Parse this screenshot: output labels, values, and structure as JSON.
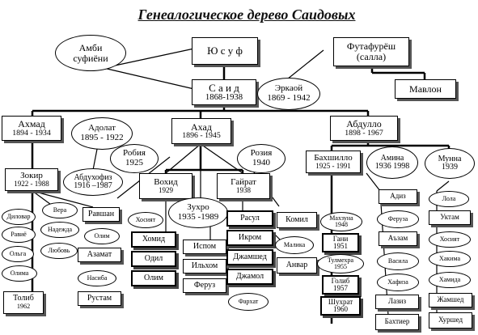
{
  "title": "Генеалогическое дерево Саидовых",
  "nodes": {
    "yusuf": {
      "name": "Ю с у ф"
    },
    "ambi": {
      "name": "Амби",
      "sub": "суфиёни"
    },
    "futafuresh": {
      "name": "Футафурёш",
      "sub": "(салла)"
    },
    "said": {
      "name": "С а и д",
      "sub": "1868-1938"
    },
    "erkaoy": {
      "name": "Эркаой",
      "sub": "1869 - 1942"
    },
    "mavlon": {
      "name": "Мавлон"
    },
    "akhmad": {
      "name": "Ахмад",
      "sub": "1894 - 1934"
    },
    "adolat": {
      "name": "Адолат",
      "sub": "1895 - 1922"
    },
    "akhad": {
      "name": "Ахад",
      "sub": "1896 - 1945"
    },
    "abdullo": {
      "name": "Абдулло",
      "sub": "1898 - 1967"
    },
    "robiya": {
      "name": "Робия",
      "sub": "1925"
    },
    "roziya": {
      "name": "Розия",
      "sub": "1940"
    },
    "bakhshillo": {
      "name": "Бахшилло",
      "sub": "1925 - 1991"
    },
    "amina": {
      "name": "Амина",
      "sub": "1936 1998"
    },
    "munna": {
      "name": "Мунна",
      "sub": "1939"
    },
    "zokir": {
      "name": "Зокир",
      "sub": "1922 - 1988"
    },
    "abdukhofiz": {
      "name": "Абдухофиз",
      "sub": "1916 –1987"
    },
    "vokhid": {
      "name": "Вохид",
      "sub": "1929"
    },
    "gayrat": {
      "name": "Гайрат",
      "sub": "1938"
    },
    "zukhro": {
      "name": "Зухро",
      "sub": "1935 -1989"
    },
    "dilovar": {
      "name": "Диловар"
    },
    "vera": {
      "name": "Вера"
    },
    "ravshan": {
      "name": "Равшан"
    },
    "raviyo": {
      "name": "Равиё"
    },
    "nadezhda": {
      "name": "Надежда"
    },
    "olim_o": {
      "name": "Олим"
    },
    "olga": {
      "name": "Ольга"
    },
    "lyubov": {
      "name": "Любовь"
    },
    "olima": {
      "name": "Олима"
    },
    "azamat": {
      "name": "Азамат"
    },
    "nasiba": {
      "name": "Насиба"
    },
    "rustam": {
      "name": "Рустам"
    },
    "tolib": {
      "name": "Толиб",
      "sub": "1962"
    },
    "khosiyat1": {
      "name": "Хосият"
    },
    "khomid": {
      "name": "Хомид"
    },
    "odil": {
      "name": "Одил"
    },
    "olim_b": {
      "name": "Олим"
    },
    "ispom": {
      "name": "Испом"
    },
    "ilkhom": {
      "name": "Ильхом"
    },
    "feruz": {
      "name": "Феруз"
    },
    "rasul": {
      "name": "Расул"
    },
    "ikrom": {
      "name": "Икром"
    },
    "dzhamshed": {
      "name": "Джамшед"
    },
    "dzhamol": {
      "name": "Джамол"
    },
    "farkhat": {
      "name": "Фархат"
    },
    "komil": {
      "name": "Комил"
    },
    "malika": {
      "name": "Малика"
    },
    "anvar": {
      "name": "Анвар"
    },
    "makhzuna": {
      "name": "Махзуна",
      "sub": "1948"
    },
    "gani": {
      "name": "Гани",
      "sub": "1951"
    },
    "tulmekhra": {
      "name": "Тулмехра",
      "sub": "1955"
    },
    "golib": {
      "name": "Голиб",
      "sub": "1957"
    },
    "shukhrat": {
      "name": "Шухрат",
      "sub": "1960"
    },
    "adiz": {
      "name": "Адиз"
    },
    "feruza": {
      "name": "Феруза"
    },
    "azam": {
      "name": "Аъзам"
    },
    "vasila": {
      "name": "Васила"
    },
    "khafiza": {
      "name": "Хафиза"
    },
    "laziz": {
      "name": "Лазиз"
    },
    "bakhtier": {
      "name": "Бахтиер"
    },
    "lola": {
      "name": "Лола"
    },
    "uktam": {
      "name": "Уктам"
    },
    "khosiyat2": {
      "name": "Хосият"
    },
    "khakima": {
      "name": "Хакима"
    },
    "khamida": {
      "name": "Хамида"
    },
    "zhamshed": {
      "name": "Жамшед"
    },
    "khurshed": {
      "name": "Хуршед"
    }
  }
}
